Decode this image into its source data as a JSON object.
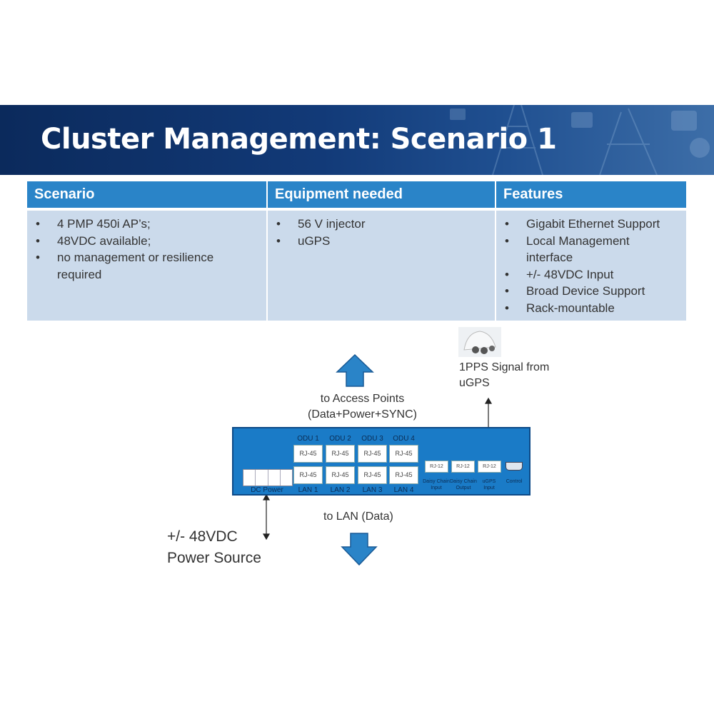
{
  "title": "Cluster Management: Scenario 1",
  "table": {
    "headers": [
      "Scenario",
      "Equipment needed",
      "Features"
    ],
    "scenario": [
      "4 PMP 450i AP’s;",
      "48VDC available;",
      "no management or resilience required"
    ],
    "equipment": [
      "56 V injector",
      "uGPS"
    ],
    "features": [
      "Gigabit Ethernet Support",
      "Local Management interface",
      "+/- 48VDC Input",
      "Broad Device Support",
      "Rack-mountable"
    ]
  },
  "diagram": {
    "ugps_caption": [
      "1PPS Signal from",
      "uGPS"
    ],
    "ap_caption": [
      "to Access Points",
      "(Data+Power+SYNC)"
    ],
    "lan_caption": "to LAN (Data)",
    "power_caption": [
      "+/- 48VDC",
      "Power Source"
    ],
    "odu_labels": [
      "ODU 1",
      "ODU 2",
      "ODU 3",
      "ODU 4"
    ],
    "lan_labels": [
      "LAN 1",
      "LAN 2",
      "LAN 3",
      "LAN 4"
    ],
    "port_label": "RJ-45",
    "dc_power_label": "DC Power",
    "small_port_label": "RJ-12",
    "small_ports": [
      [
        "Daisy Chain",
        "Input"
      ],
      [
        "Daisy Chain",
        "Output"
      ],
      [
        "uGPS",
        "Input"
      ]
    ],
    "control_label": "Control"
  },
  "colors": {
    "banner": "#123a78",
    "header": "#2a84c8",
    "cell": "#cbdaeb",
    "device": "#1a7bc7"
  }
}
